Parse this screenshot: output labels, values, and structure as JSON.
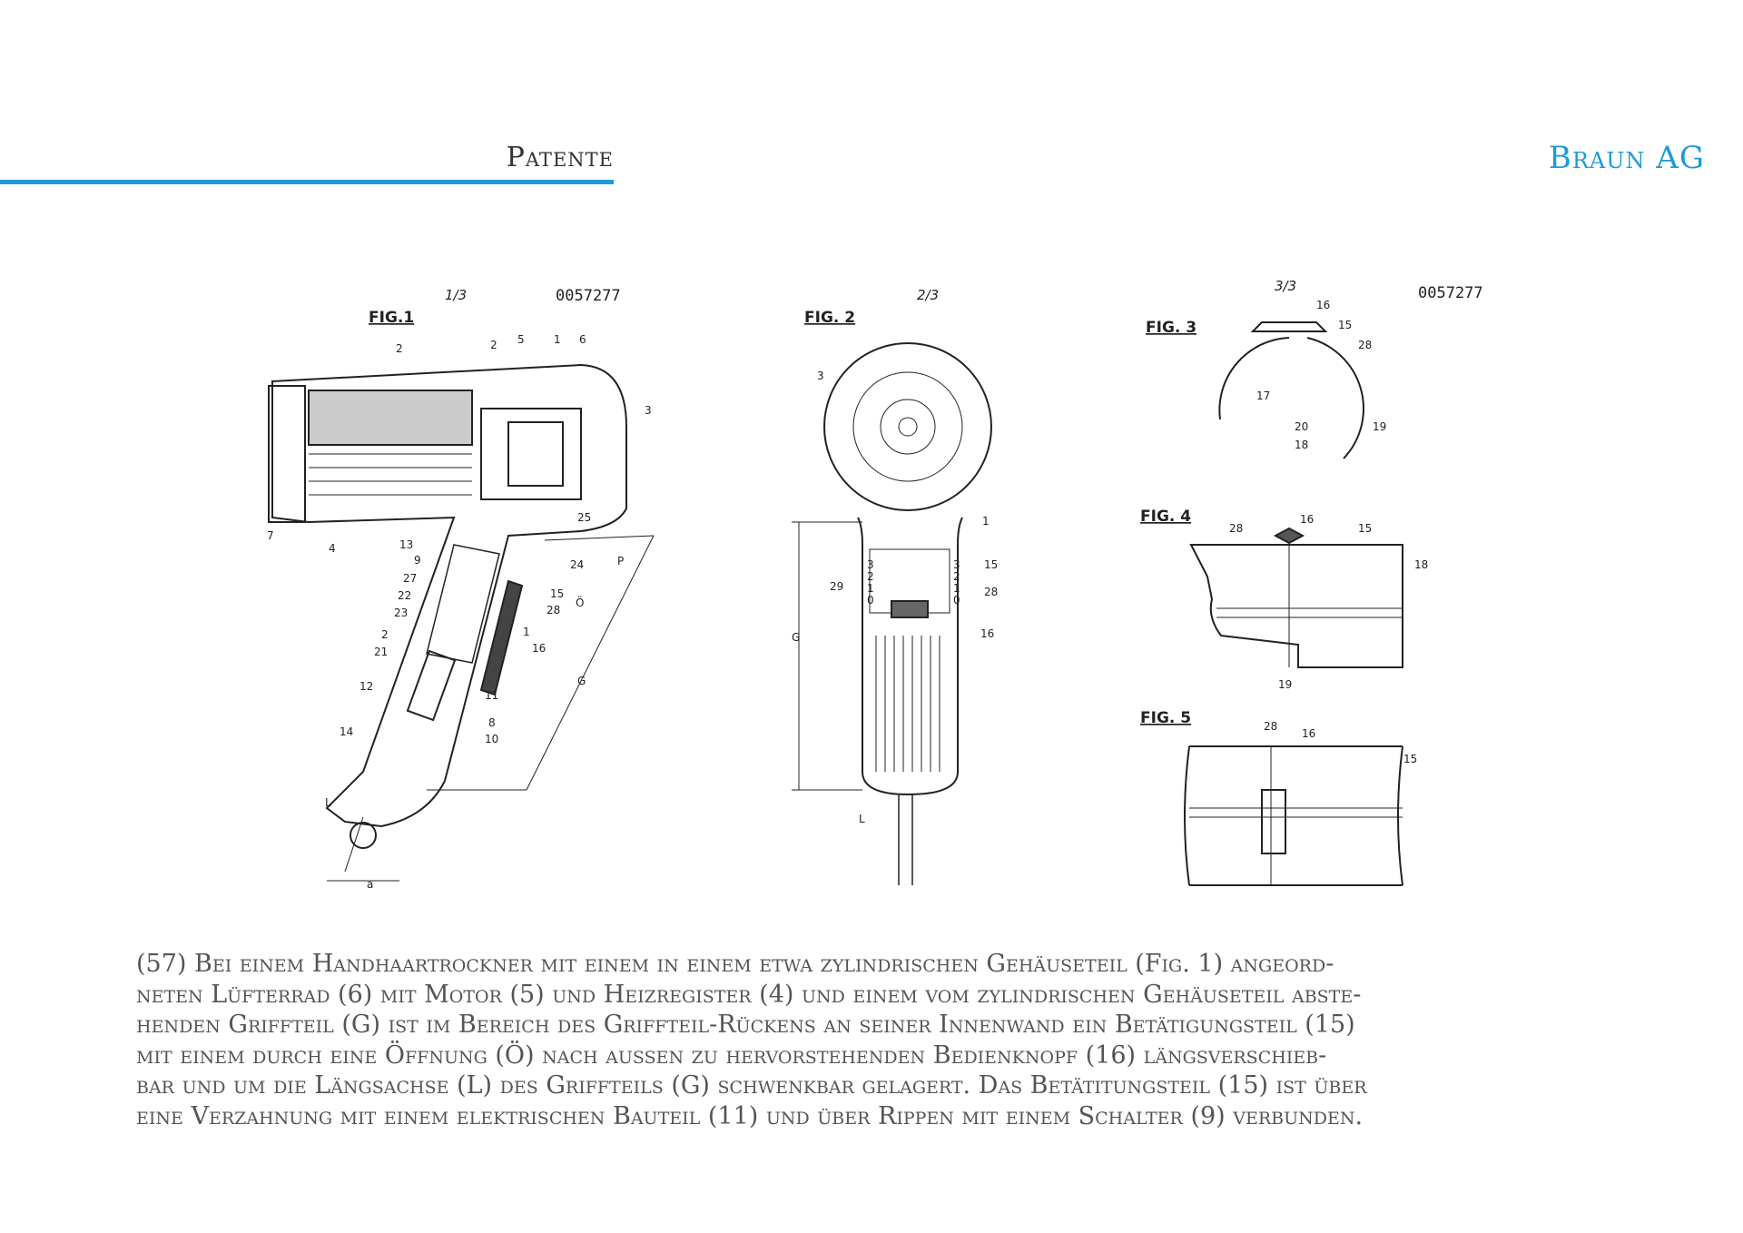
{
  "header": {
    "section": "Patente",
    "company": "Braun AG",
    "accent_color": "#1e9bd7"
  },
  "drawings": {
    "patent_number": "0057277",
    "sheets": [
      "1/3",
      "2/3",
      "3/3"
    ],
    "figures": [
      "FIG.1",
      "FIG. 2",
      "FIG. 3",
      "FIG. 4",
      "FIG. 5"
    ],
    "fig1_labels": [
      "2",
      "2",
      "5",
      "1",
      "6",
      "3",
      "7",
      "4",
      "13",
      "9",
      "27",
      "22",
      "23",
      "2",
      "21",
      "12",
      "14",
      "L",
      "25",
      "24",
      "15",
      "28",
      "16",
      "1",
      "11",
      "8",
      "10",
      "P",
      "Ö",
      "G",
      "a"
    ],
    "fig2_labels": [
      "3",
      "1",
      "15",
      "28",
      "29",
      "16",
      "G",
      "L",
      "3",
      "2",
      "1",
      "0",
      "3",
      "2",
      "1",
      "0"
    ],
    "fig3_labels": [
      "16",
      "15",
      "28",
      "17",
      "20",
      "18",
      "19"
    ],
    "fig4_labels": [
      "28",
      "16",
      "15",
      "18",
      "19"
    ],
    "fig5_labels": [
      "28",
      "16",
      "15"
    ]
  },
  "abstract": {
    "lines": [
      "(57) Bei einem Handhaartrockner mit einem in einem etwa zylindrischen Gehäuseteil (Fig. 1) angeord-",
      "neten Lüfterrad (6) mit Motor (5) und Heizregister (4) und einem vom zylindrischen Gehäuseteil abste-",
      "henden Griffteil (G) ist im Bereich des Griffteil-Rückens an seiner Innenwand ein Betätigungsteil (15)",
      "mit einem durch eine Öffnung (Ö) nach aussen zu hervorstehenden Bedienknopf (16) längsverschieb-",
      "bar und um die Längsachse (L) des Griffteils (G) schwenkbar gelagert. Das Betätitungsteil (15) ist über",
      "eine Verzahnung mit einem elektrischen Bauteil (11) und über Rippen mit einem Schalter (9) verbunden."
    ]
  }
}
